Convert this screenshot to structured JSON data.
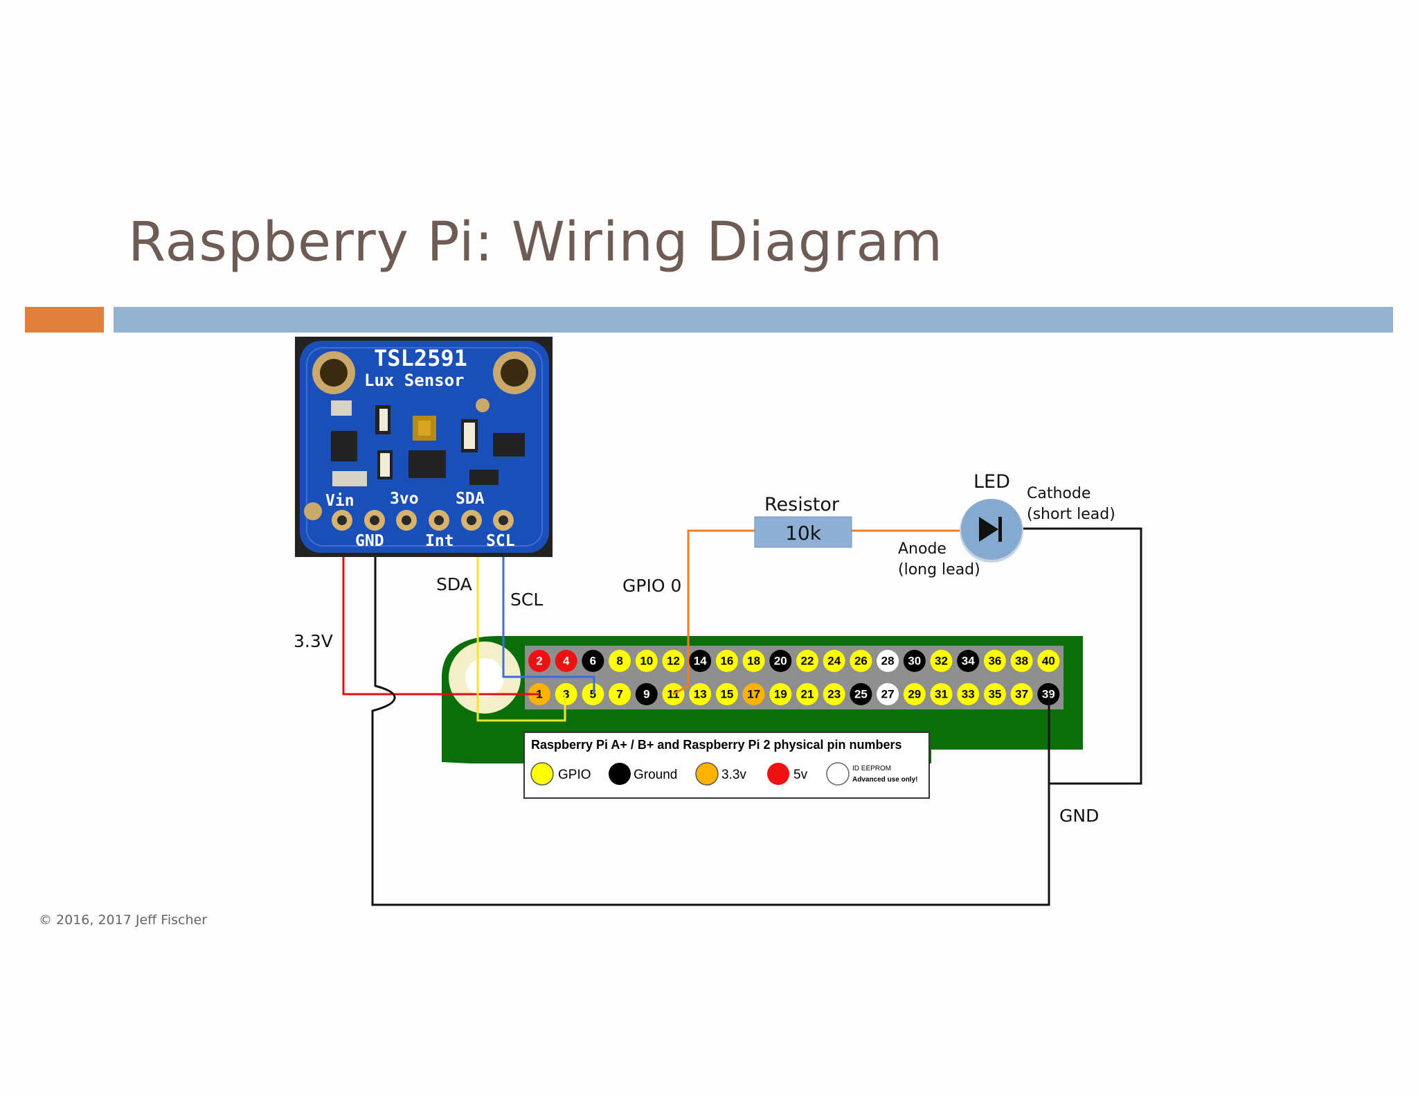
{
  "slide": {
    "title": "Raspberry Pi: Wiring Diagram",
    "footer": "© 2016, 2017 Jeff Fischer"
  },
  "sensor": {
    "name": "TSL2591",
    "subtitle": "Lux Sensor",
    "pin_labels_top": [
      "Vin",
      "3vo",
      "SDA"
    ],
    "pin_labels_bottom": [
      "GND",
      "Int",
      "SCL"
    ]
  },
  "wires": {
    "vin": "3.3V",
    "sda": "SDA",
    "scl": "SCL",
    "gpio": "GPIO 0",
    "gnd": "GND"
  },
  "resistor": {
    "label": "Resistor",
    "value": "10k"
  },
  "led": {
    "label": "LED",
    "cathode": "Cathode",
    "cathode_note": "(short lead)",
    "anode": "Anode",
    "anode_note": "(long lead)"
  },
  "header": {
    "top_row": [
      "2",
      "4",
      "6",
      "8",
      "10",
      "12",
      "14",
      "16",
      "18",
      "20",
      "22",
      "24",
      "26",
      "28",
      "30",
      "32",
      "34",
      "36",
      "38",
      "40"
    ],
    "bottom_row": [
      "1",
      "3",
      "5",
      "7",
      "9",
      "11",
      "13",
      "15",
      "17",
      "19",
      "21",
      "23",
      "25",
      "27",
      "29",
      "31",
      "33",
      "35",
      "37",
      "39"
    ],
    "top_types": [
      "5v",
      "5v",
      "gnd",
      "gpio",
      "gpio",
      "gpio",
      "gnd",
      "gpio",
      "gpio",
      "gnd",
      "gpio",
      "gpio",
      "gpio",
      "eeprom",
      "gnd",
      "gpio",
      "gnd",
      "gpio",
      "gpio",
      "gpio"
    ],
    "bottom_types": [
      "3v3",
      "gpio",
      "gpio",
      "gpio",
      "gnd",
      "gpio",
      "gpio",
      "gpio",
      "3v3",
      "gpio",
      "gpio",
      "gpio",
      "gnd",
      "eeprom",
      "gpio",
      "gpio",
      "gpio",
      "gpio",
      "gpio",
      "gnd"
    ],
    "colors": {
      "gpio": "#ffff00",
      "gnd": "#000000",
      "3v3": "#ffb300",
      "5v": "#ee1111",
      "eeprom": "#ffffff"
    }
  },
  "legend": {
    "title": "Raspberry Pi A+ / B+ and Raspberry Pi 2 physical pin numbers",
    "gpio": "GPIO",
    "ground": "Ground",
    "v33": "3.3v",
    "v5": "5v",
    "eeprom_line1": "ID EEPROM",
    "eeprom_line2": "Advanced use only!"
  },
  "colors": {
    "title": "#6e5c54",
    "accent_bar": "#e07e3c",
    "main_bar": "#95b3cf",
    "board_green": "#0a6e0a",
    "sensor_blue": "#1b4fb8",
    "resistor": "#8fb0d4",
    "wire_red": "#e01010",
    "wire_yellow": "#f3e629",
    "wire_blue": "#3d6ee0",
    "wire_orange": "#ef7d22",
    "wire_black": "#111111"
  }
}
